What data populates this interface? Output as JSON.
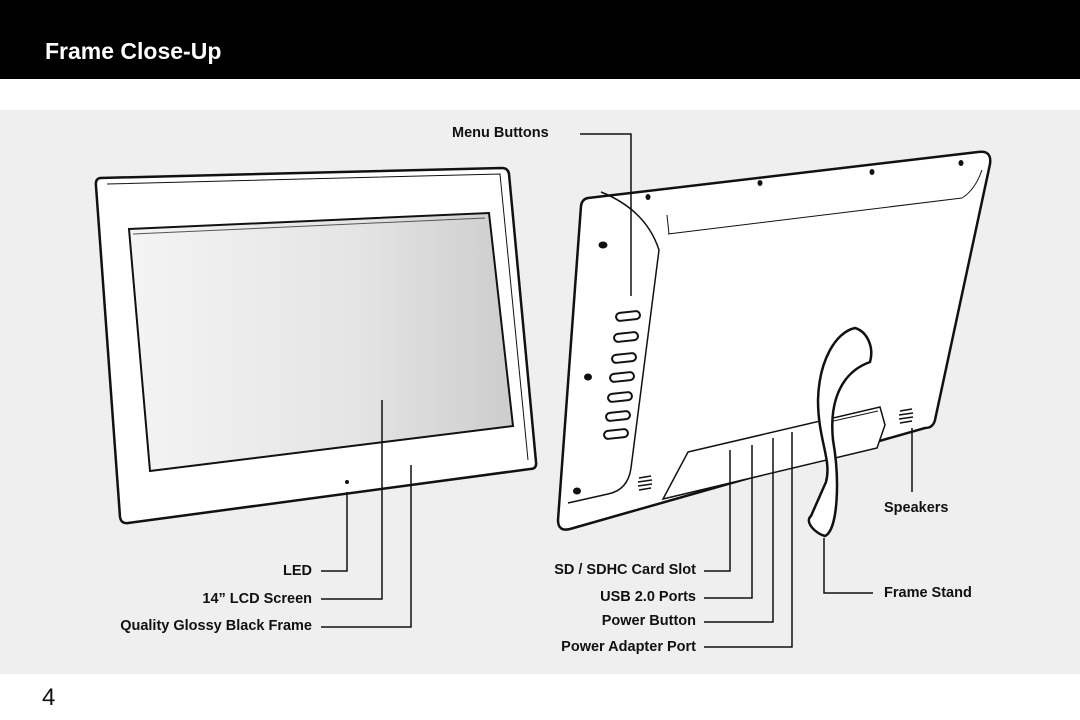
{
  "header": {
    "title": "Frame Close-Up"
  },
  "labels": {
    "menu_buttons": "Menu Buttons",
    "led": "LED",
    "lcd_screen": "14” LCD Screen",
    "frame": "Quality Glossy Black Frame",
    "sd_slot": "SD / SDHC Card Slot",
    "usb_ports": "USB 2.0 Ports",
    "power_button": "Power Button",
    "power_adapter": "Power Adapter Port",
    "speakers": "Speakers",
    "frame_stand": "Frame Stand"
  },
  "footer": {
    "page_number": "4"
  },
  "colors": {
    "header_bg": "#000000",
    "header_text": "#ffffff",
    "diagram_bg": "#efefef"
  }
}
